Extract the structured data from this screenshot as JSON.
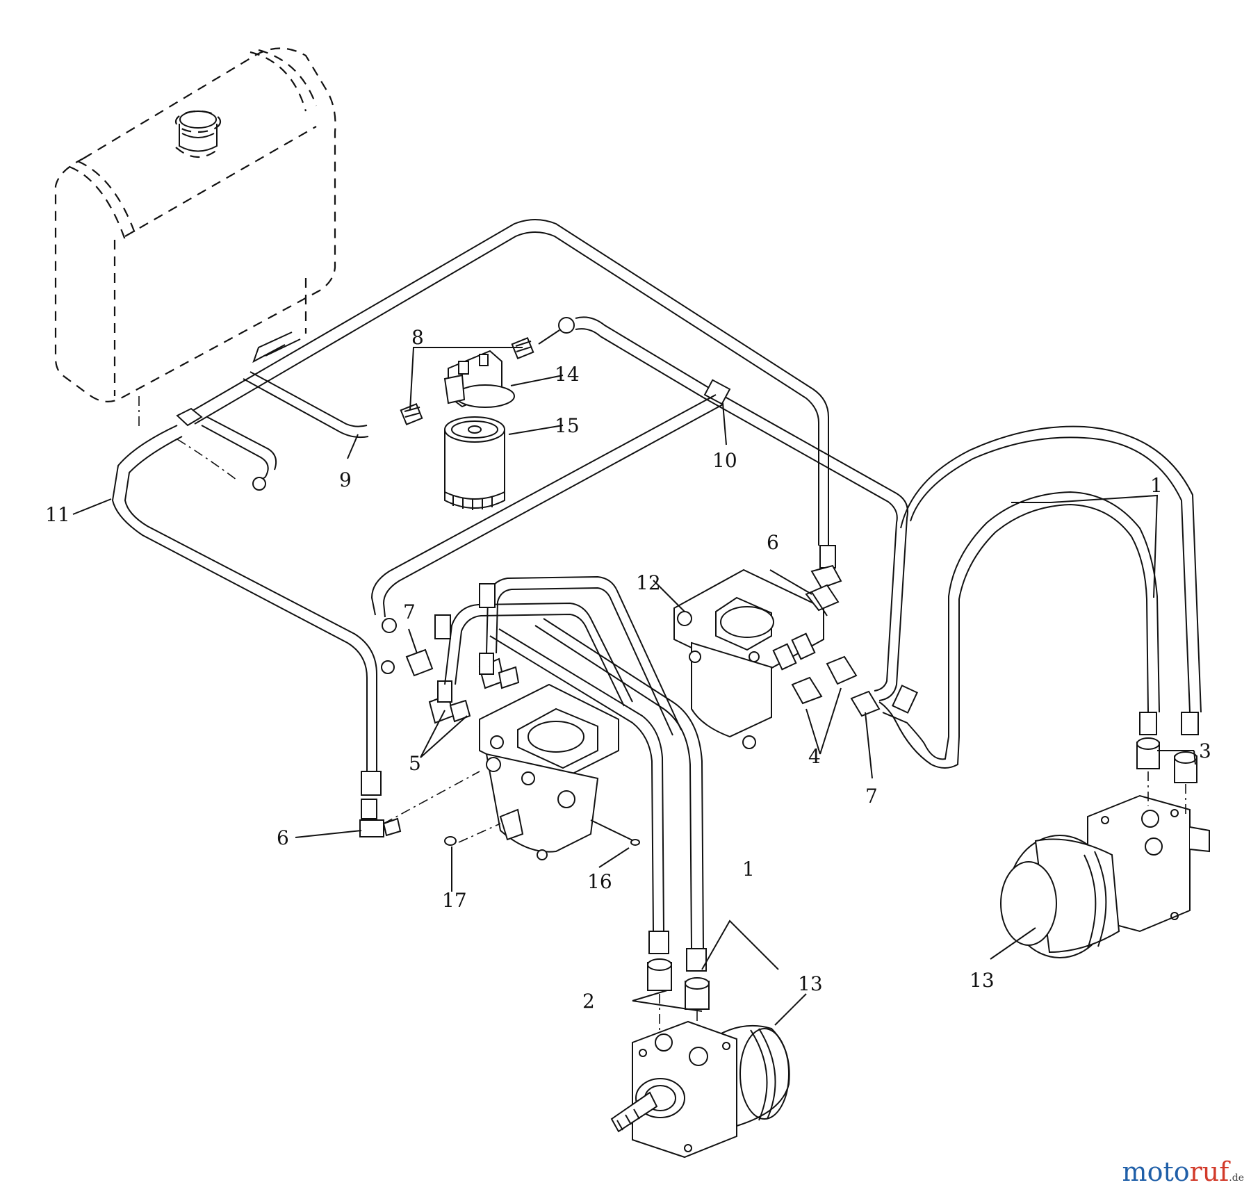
{
  "callouts": {
    "c1a": "1",
    "c1b": "1",
    "c2": "2",
    "c3": "3",
    "c4": "4",
    "c5": "5",
    "c6a": "6",
    "c6b": "6",
    "c7a": "7",
    "c7b": "7",
    "c8": "8",
    "c9": "9",
    "c10": "10",
    "c11": "11",
    "c12": "12",
    "c13a": "13",
    "c13b": "13",
    "c14": "14",
    "c15": "15",
    "c16": "16",
    "c17": "17"
  },
  "watermark": {
    "main_a": "moto",
    "main_b": "ruf",
    "suffix": ".de"
  }
}
